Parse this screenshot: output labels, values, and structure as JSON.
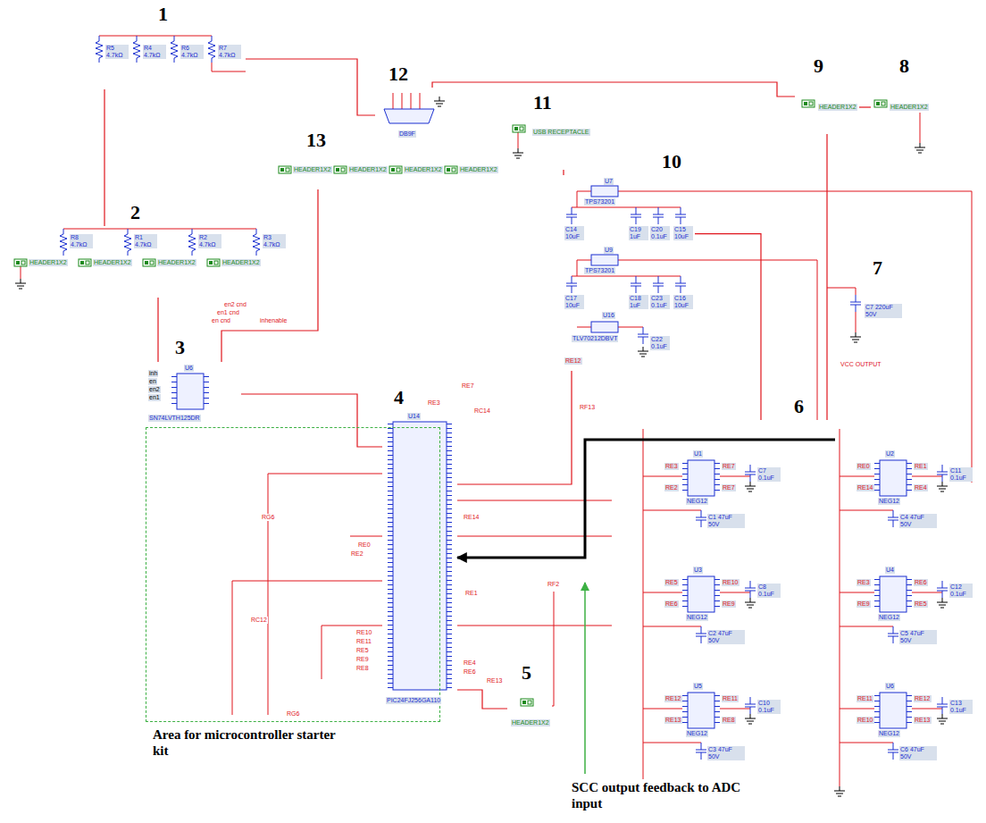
{
  "diagram": {
    "nodes": [
      {
        "text": [
          "1"
        ]
      },
      {
        "text": [
          "12"
        ]
      },
      {
        "text": [
          "9"
        ]
      },
      {
        "text": [
          "8"
        ]
      },
      {
        "text": [
          "13"
        ]
      },
      {
        "text": [
          "11"
        ]
      },
      {
        "text": [
          "2"
        ]
      },
      {
        "text": [
          "10"
        ]
      },
      {
        "text": [
          "7"
        ]
      },
      {
        "text": [
          "3"
        ]
      },
      {
        "text": [
          "4"
        ]
      },
      {
        "text": [
          "Area for microcontroller starter kit"
        ]
      },
      {
        "text": [
          "6"
        ]
      },
      {
        "text": [
          "5"
        ]
      }
    ],
    "edges": [
      {
        "from": 0,
        "to": 1,
        "arrow": "none"
      },
      {
        "from": 1,
        "to": 2,
        "arrow": "none"
      },
      {
        "from": 2,
        "to": 3,
        "arrow": "none"
      },
      {
        "from": 4,
        "to": 9,
        "arrow": "none"
      },
      {
        "from": 6,
        "to": 9,
        "arrow": "none"
      },
      {
        "from": 9,
        "to": 10,
        "arrow": "none"
      },
      {
        "from": 7,
        "to": 10,
        "arrow": "none"
      },
      {
        "from": 7,
        "to": 12,
        "arrow": "none"
      },
      {
        "from": 2,
        "to": 12,
        "arrow": "none"
      },
      {
        "from": 10,
        "to": 13,
        "arrow": "none"
      },
      {
        "from": 12,
        "to": 10,
        "arrow": "to"
      },
      {
        "from": 0,
        "to": 6,
        "arrow": "none"
      },
      {
        "from": 5,
        "to": 7,
        "arrow": "none"
      }
    ],
    "labels": [
      "R5 4.7kΩ",
      "R4 4.7kΩ",
      "R6 4.7kΩ",
      "R7 4.7kΩ",
      "DB9F",
      "USB RECEPTACLE",
      "HEADER1X2",
      "HEADER1X2",
      "HEADER1X2",
      "HEADER1X2",
      "HEADER1X2",
      "HEADER1X2",
      "HEADER1X2",
      "HEADER1X2",
      "HEADER1X2",
      "HEADER1X2",
      "R8 4.7kΩ",
      "R1 4.7kΩ",
      "R2 4.7kΩ",
      "R3 4.7kΩ",
      "inh",
      "en",
      "en2",
      "en1",
      "U6",
      "SN74LVTH125DR",
      "en2 cnd",
      "en1 cnd",
      "en cnd",
      "inhenable",
      "U14",
      "PIC24FJ256GA110",
      "RE7",
      "RE3",
      "RC14",
      "RE14",
      "RE0",
      "RE2",
      "RE1",
      "RE4",
      "RE6",
      "RE13",
      "RE10",
      "RE11",
      "RE5",
      "RE9",
      "RE8",
      "RG6",
      "RC12",
      "RG6",
      "RF2",
      "RE12",
      "RF13",
      "HEADER1X2",
      "U7",
      "TPS73201",
      "C14 10uF",
      "C19 1uF",
      "C20 0.1uF",
      "C15 10uF",
      "U9",
      "TPS73201",
      "C17 10uF",
      "C18 1uF",
      "C23 0.1uF",
      "C16 10uF",
      "U16",
      "TLV70212DBVT",
      "C22 0.1uF",
      "C7 220uF 50V",
      "VCC OUTPUT",
      "U1",
      "NEG12",
      "RE3",
      "RE7",
      "RE2",
      "RE7",
      "U2",
      "NEG12",
      "RE0",
      "RE1",
      "RE14",
      "RE4",
      "U3",
      "NEG12",
      "RE5",
      "RE10",
      "RE6",
      "RE9",
      "U4",
      "NEG12",
      "RE3",
      "RE6",
      "RE9",
      "RE5",
      "U5",
      "NEG12",
      "RE12",
      "RE11",
      "RE13",
      "RE8",
      "U6",
      "NEG12",
      "RE11",
      "RE12",
      "RE10",
      "RE13",
      "C7 0.1uF",
      "C11 0.1uF",
      "C8 0.1uF",
      "C12 0.1uF",
      "C10 0.1uF",
      "C13 0.1uF",
      "C1 47uF 50V",
      "C4 47uF 50V",
      "C2 47uF 50V",
      "C5 47uF 50V",
      "C3 47uF 50V",
      "C6 47uF 50V",
      "SCC output feedback to ADC input"
    ]
  }
}
